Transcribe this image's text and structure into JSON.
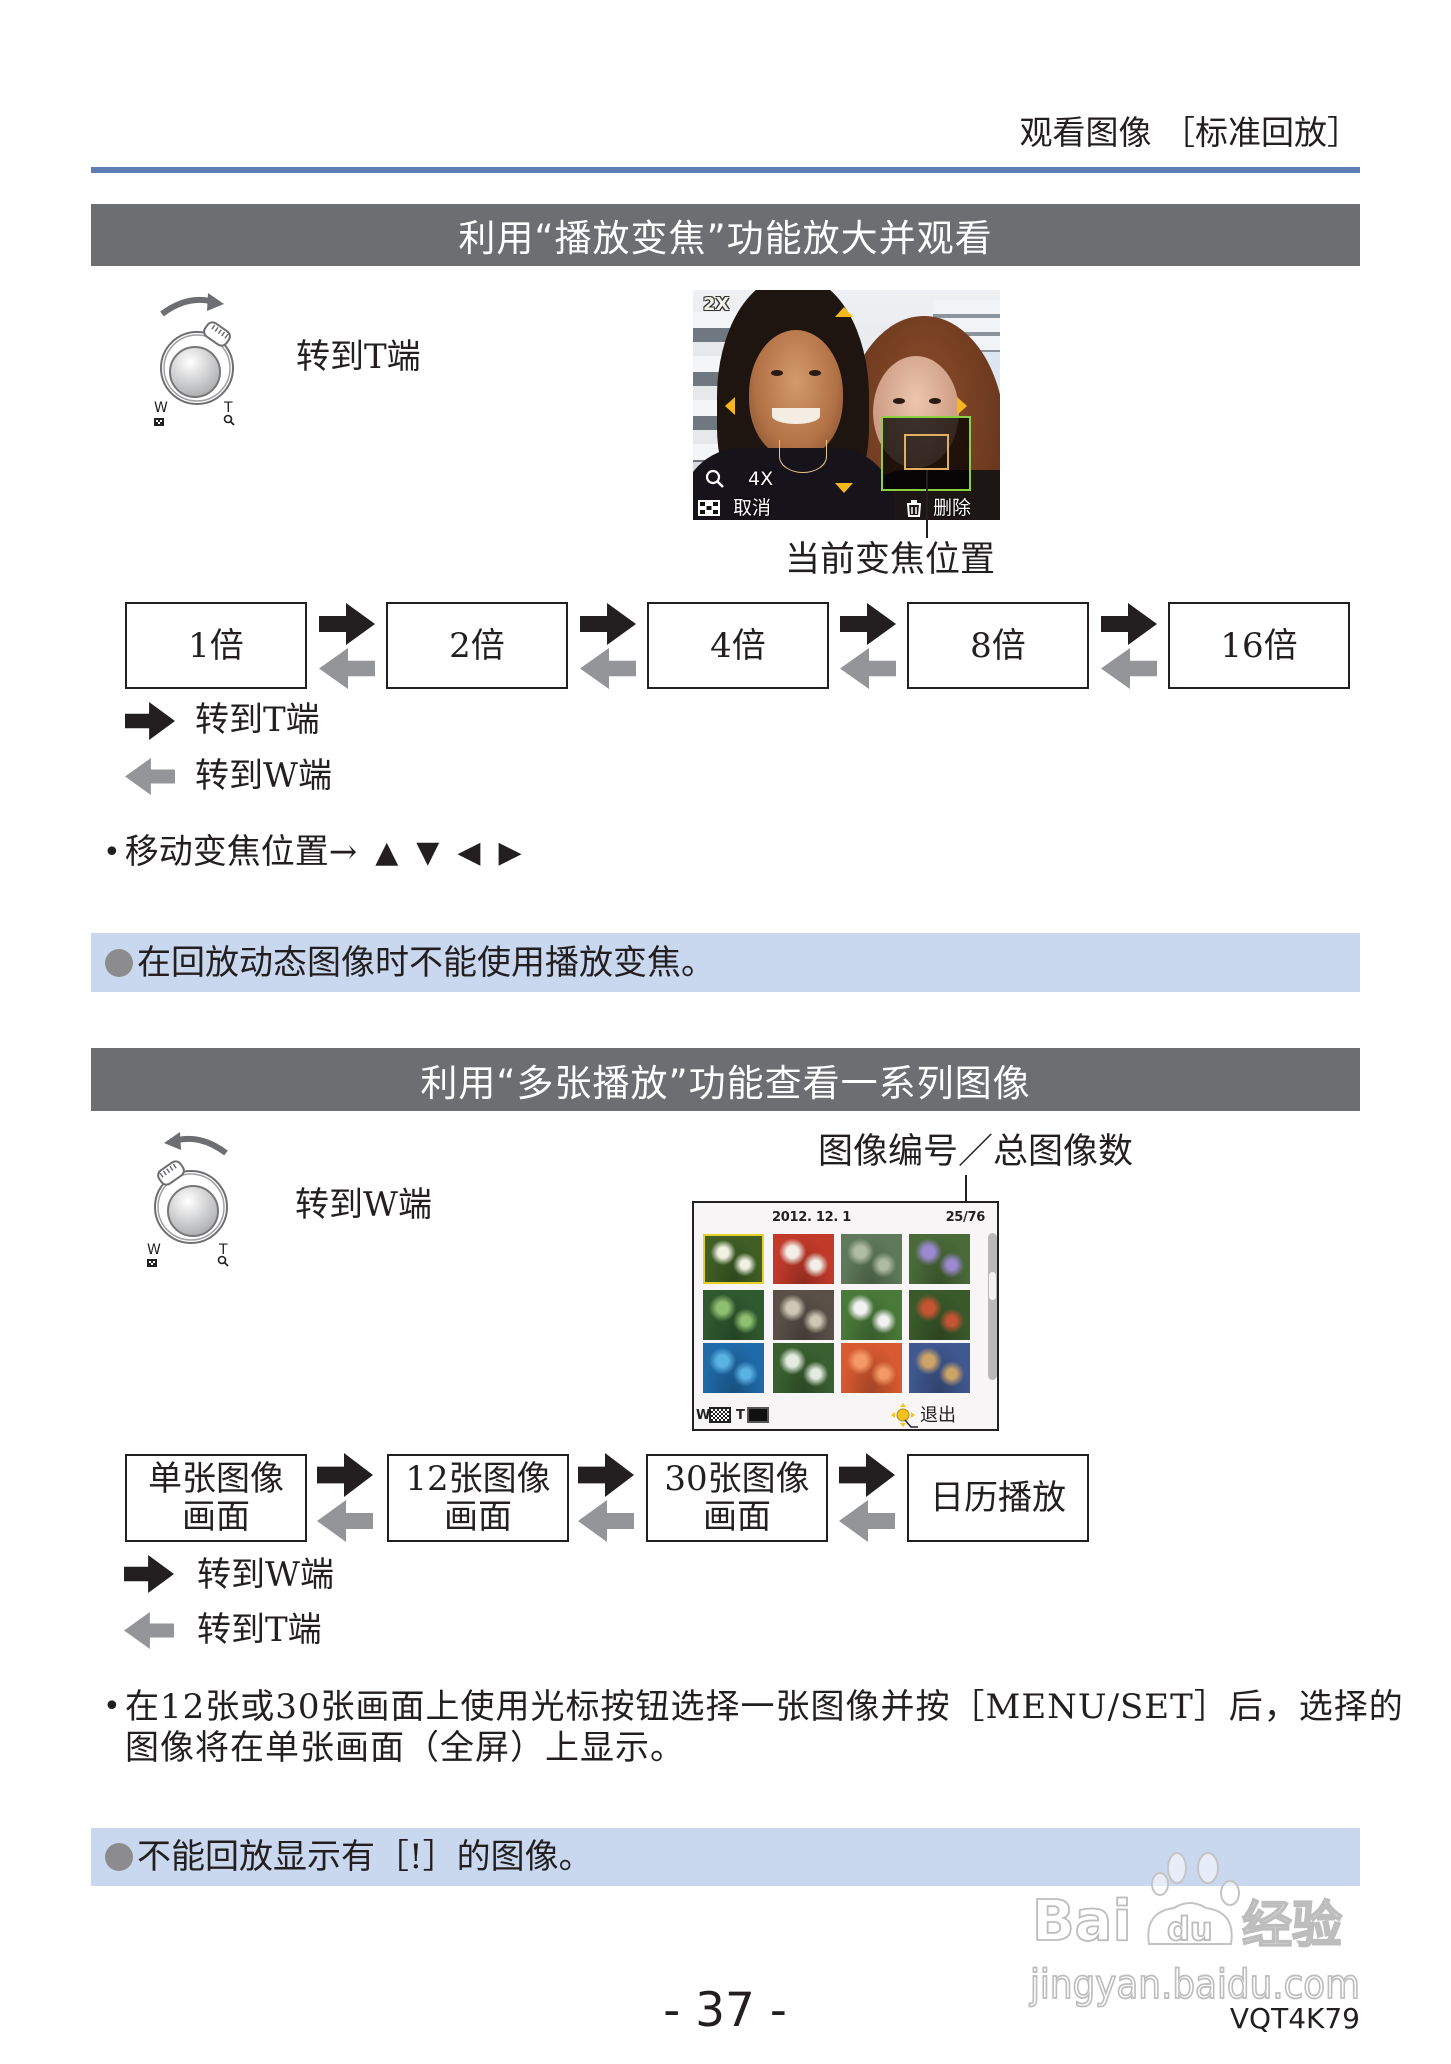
{
  "page_header": {
    "title": "观看图像 ［标准回放］"
  },
  "colors": {
    "rule_blue": "#5d7db5",
    "title_bar_gray": "#6d6e71",
    "note_bar_blue": "#cad8ef",
    "arrow_forward": "#231f20",
    "arrow_back": "#939598",
    "text": "#231f20",
    "zoom_frame_green": "#8bd040",
    "zoom_position_orange": "#e0b060",
    "osd_arrow_yellow": "#f5b81c"
  },
  "section_zoom": {
    "title": "利用“播放变焦”功能放大并观看",
    "dial": {
      "w_label": "W",
      "t_label": "T",
      "rotation": "toward-T"
    },
    "instruction": "转到T端",
    "screen": {
      "zoom_badge": "2X",
      "magnification": "4X",
      "cancel_label": "取消",
      "delete_label": "删除"
    },
    "callout": "当前变焦位置",
    "levels": [
      "1倍",
      "2倍",
      "4倍",
      "8倍",
      "16倍"
    ],
    "legend": [
      {
        "arrow": "forward",
        "label": "转到T端"
      },
      {
        "arrow": "back",
        "label": "转到W端"
      }
    ],
    "bullet": {
      "marker": "•",
      "text": "移动变焦位置→",
      "keys": [
        "▲",
        "▼",
        "◀",
        "▶"
      ]
    },
    "note": "在回放动态图像时不能使用播放变焦。"
  },
  "section_multi": {
    "title": "利用“多张播放”功能查看一系列图像",
    "dial": {
      "w_label": "W",
      "t_label": "T",
      "rotation": "toward-W"
    },
    "instruction": "转到W端",
    "callout": "图像编号／总图像数",
    "screen": {
      "date": "2012. 12. 1",
      "counter": "25/76",
      "w_label": "W",
      "t_label": "T",
      "exit_label": "退出",
      "thumbnails": [
        {
          "tint": "#3f5f25",
          "accent": "#f1f1e2",
          "selected": true
        },
        {
          "tint": "#c23a2a",
          "accent": "#f3efe8",
          "selected": false
        },
        {
          "tint": "#5f7a5a",
          "accent": "#aebca4",
          "selected": false
        },
        {
          "tint": "#4a6a38",
          "accent": "#9b89d2",
          "selected": false
        },
        {
          "tint": "#2f5a2f",
          "accent": "#8fbf70",
          "selected": false
        },
        {
          "tint": "#5a5048",
          "accent": "#cfc6b4",
          "selected": false
        },
        {
          "tint": "#4a7a3a",
          "accent": "#f2f2f2",
          "selected": false
        },
        {
          "tint": "#3a5a2a",
          "accent": "#c65432",
          "selected": false
        },
        {
          "tint": "#1f6aa8",
          "accent": "#5ab2e2",
          "selected": false
        },
        {
          "tint": "#3a6030",
          "accent": "#e2ecdf",
          "selected": false
        },
        {
          "tint": "#d85a30",
          "accent": "#f39a66",
          "selected": false
        },
        {
          "tint": "#405890",
          "accent": "#cda466",
          "selected": false
        }
      ]
    },
    "modes": [
      {
        "line1": "单张图像",
        "line2": "画面"
      },
      {
        "line1": "12张图像",
        "line2": "画面"
      },
      {
        "line1": "30张图像",
        "line2": "画面"
      },
      {
        "line1": "日历播放"
      }
    ],
    "legend": [
      {
        "arrow": "forward",
        "label": "转到W端"
      },
      {
        "arrow": "back",
        "label": "转到T端"
      }
    ],
    "bullet_marker": "•",
    "bullet_lines": [
      "在12张或30张画面上使用光标按钮选择一张图像并按［MENU/SET］后，选择的",
      "图像将在单张画面（全屏）上显示。"
    ],
    "note": "不能回放显示有［!］的图像。"
  },
  "watermark": {
    "brand": "Bai",
    "paw_text": "du",
    "product": "经验",
    "url": "jingyan.baidu.com"
  },
  "footer": {
    "page_number": "- 37 -",
    "doc_code": "VQT4K79"
  }
}
